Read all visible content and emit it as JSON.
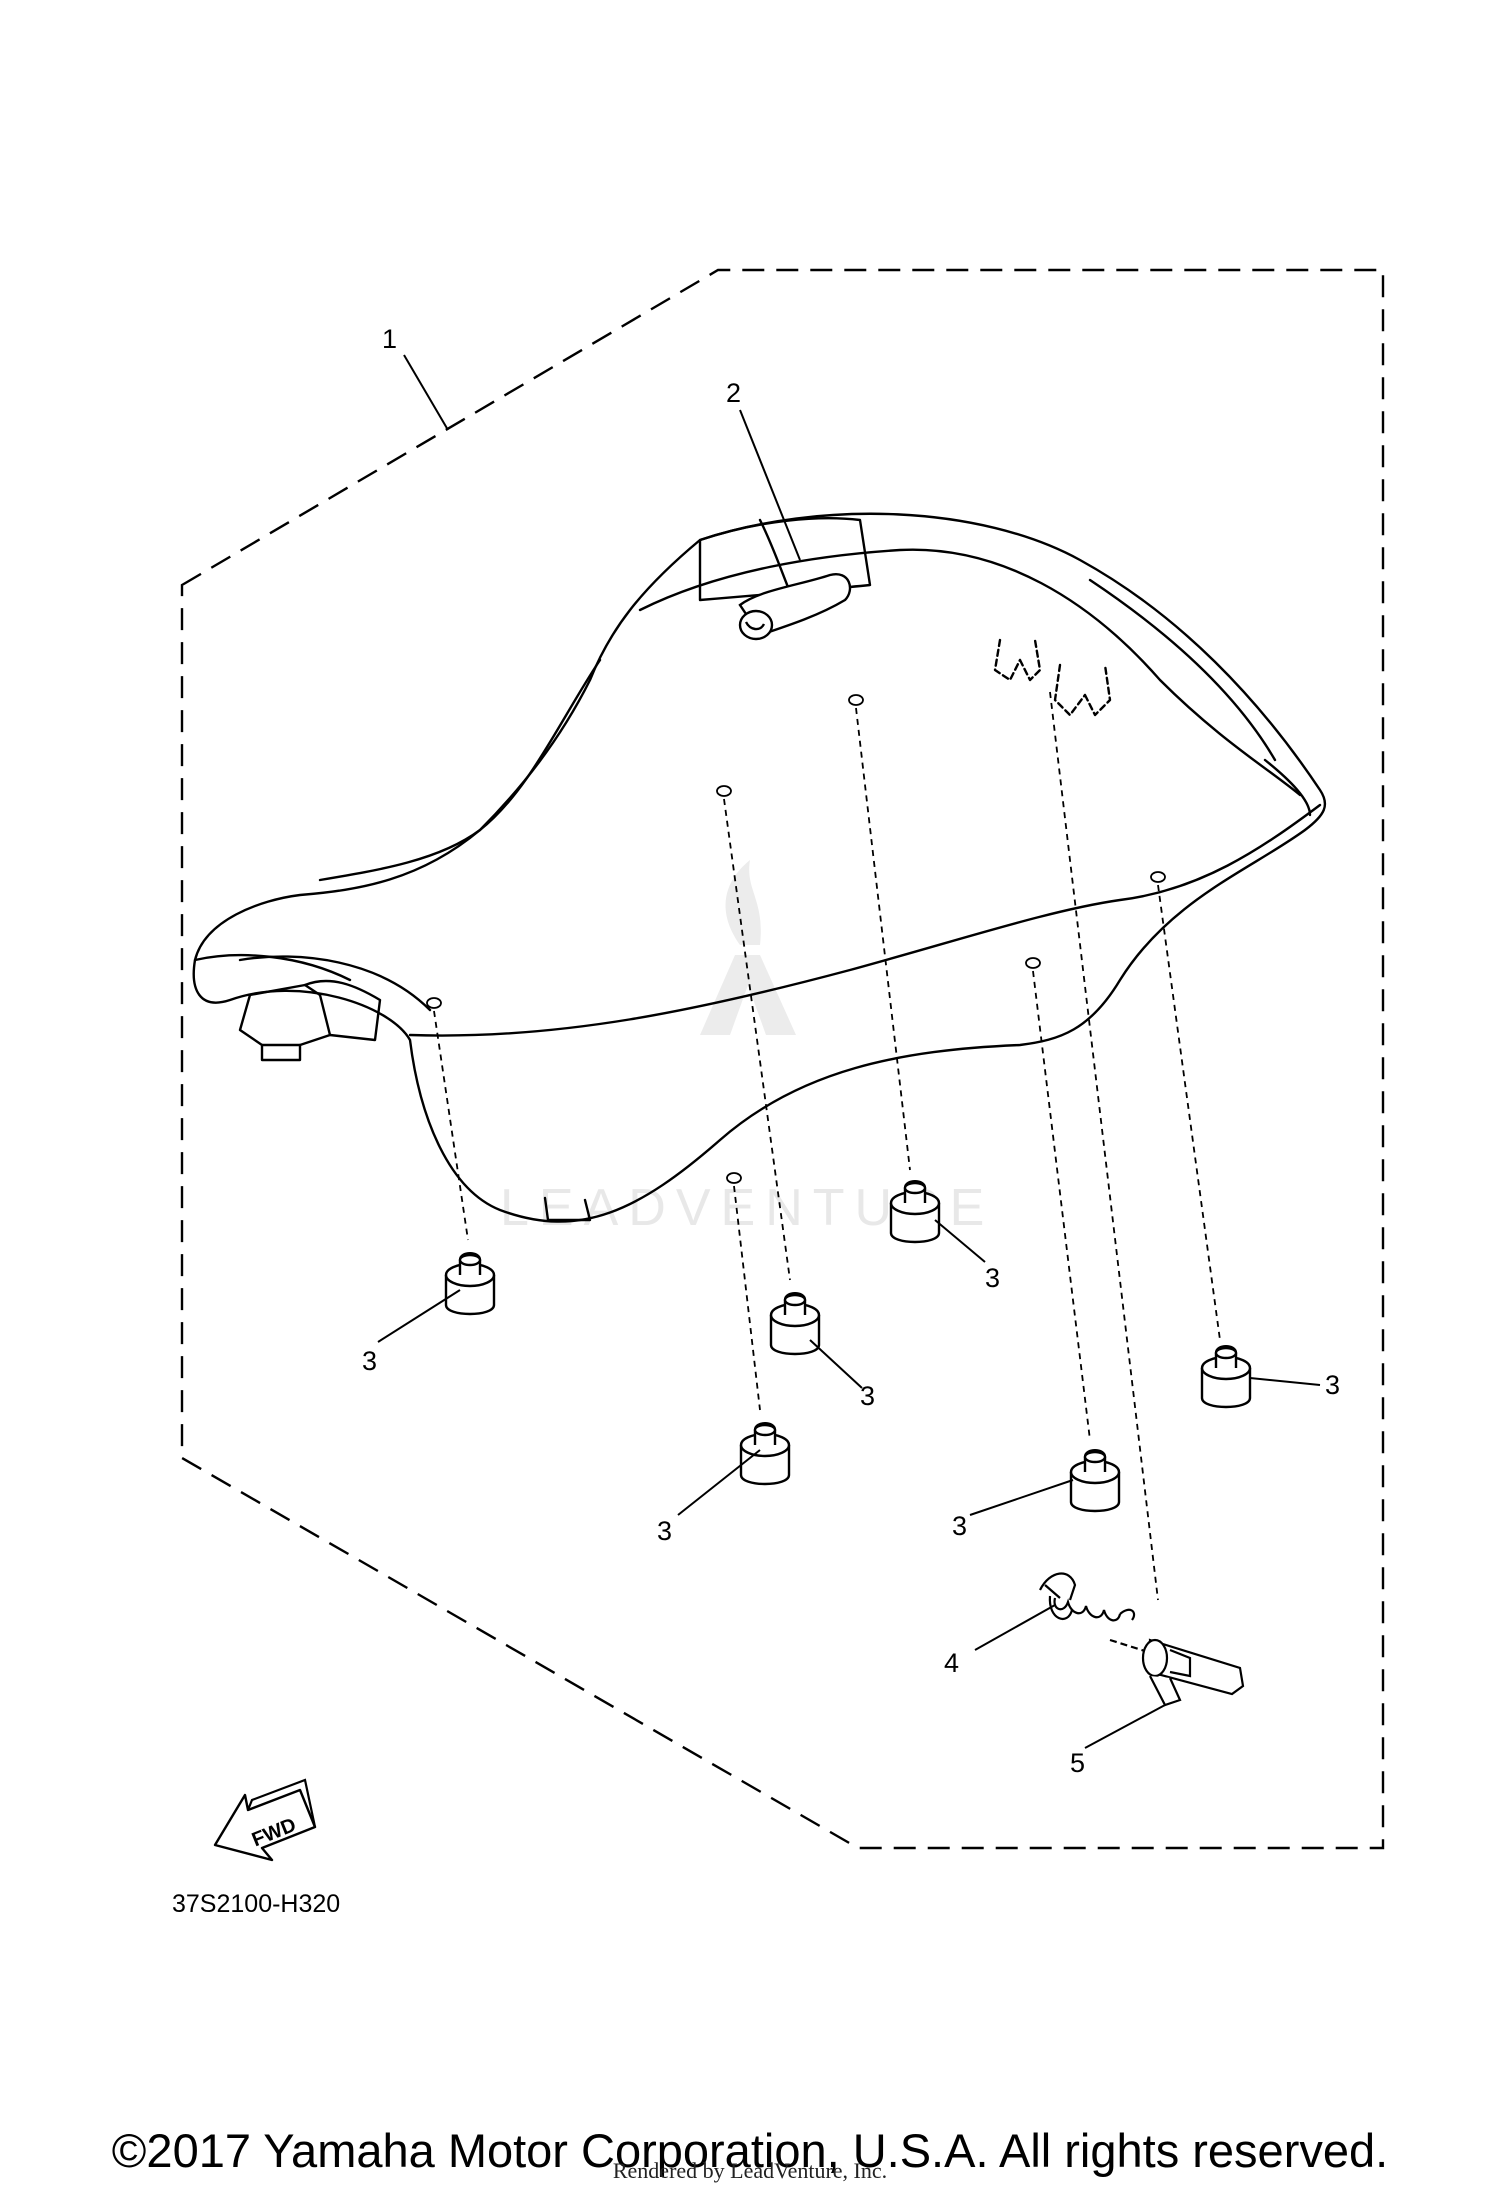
{
  "diagram": {
    "callouts": {
      "c1": "1",
      "c2": "2",
      "c3a": "3",
      "c3b": "3",
      "c3c": "3",
      "c3d": "3",
      "c3e": "3",
      "c3f": "3",
      "c4": "4",
      "c5": "5"
    },
    "fwd_label": "FWD",
    "diagram_code": "37S2100-H320",
    "watermark": "LEADVENTURE"
  },
  "footer": {
    "copyright": "©2017 Yamaha Motor Corporation, U.S.A. All rights reserved.",
    "rendered_by": "Rendered by LeadVenture, Inc."
  }
}
